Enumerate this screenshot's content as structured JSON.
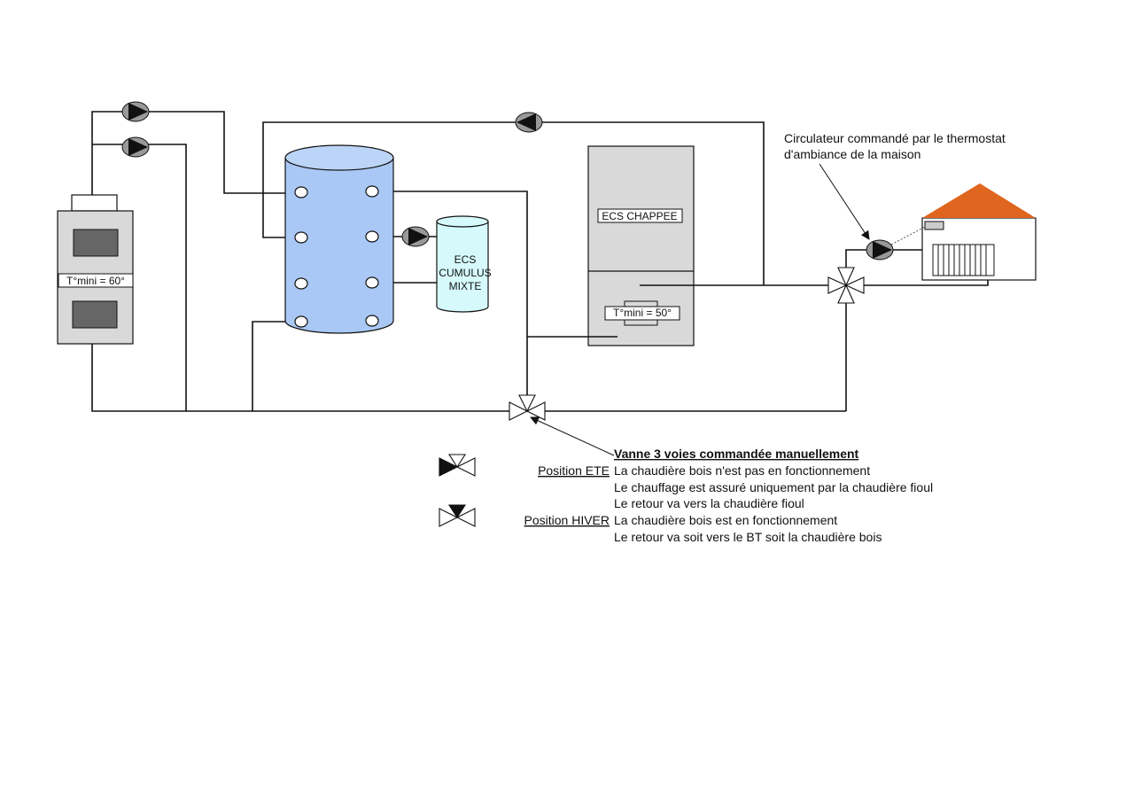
{
  "labels": {
    "wood_boiler_temp": "T°mini = 60°",
    "cumulus_line1": "ECS",
    "cumulus_line2": "CUMULUS",
    "cumulus_line3": "MIXTE",
    "fuel_boiler_name": "ECS CHAPPEE",
    "fuel_boiler_temp": "T°mini = 50°",
    "circulator_note_line1": "Circulateur commandé par le thermostat",
    "circulator_note_line2": "d'ambiance de la maison"
  },
  "legend": {
    "title": "Vanne 3 voies commandée manuellement",
    "ete_label": "Position ETE",
    "ete_lines": [
      "La chaudière bois n'est pas en fonctionnement",
      "Le chauffage est assuré uniquement par la chaudière fioul",
      "Le retour va vers la chaudière fioul"
    ],
    "hiver_label": "Position HIVER",
    "hiver_lines": [
      "La chaudière bois est en fonctionnement",
      "Le retour va soit vers le BT soit la chaudière bois"
    ]
  },
  "colors": {
    "tank": "#A9C8F5",
    "cumulus": "#D6FAFC",
    "boiler": "#D9D9D9",
    "screen": "#666666",
    "roof": "#E0651E"
  }
}
